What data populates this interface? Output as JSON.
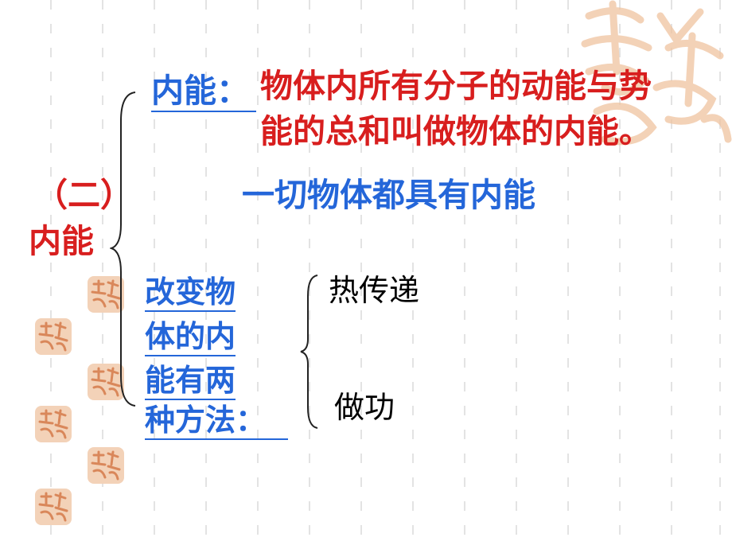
{
  "title": {
    "part1": "（二）",
    "part2": "内能"
  },
  "definition": {
    "term": "内能：",
    "line1": "物体内所有分子的动能与势",
    "line2": "能的总和叫做物体的内能。"
  },
  "statement": "一切物体都具有内能",
  "methods": {
    "heading_lines": [
      "改变物",
      "体的内",
      "能有两",
      "种方法："
    ],
    "items": [
      "热传递",
      "做功"
    ]
  },
  "colors": {
    "red": "#d81e1e",
    "blue": "#2466d9",
    "black": "#000000",
    "stamp": "#e8b48e"
  },
  "icons": {
    "corner_decoration": "auspicious-calligraphy-seal",
    "left_column_stamps": "small-seal-stamps",
    "brace_main": "curly-brace",
    "brace_methods": "curly-brace"
  }
}
